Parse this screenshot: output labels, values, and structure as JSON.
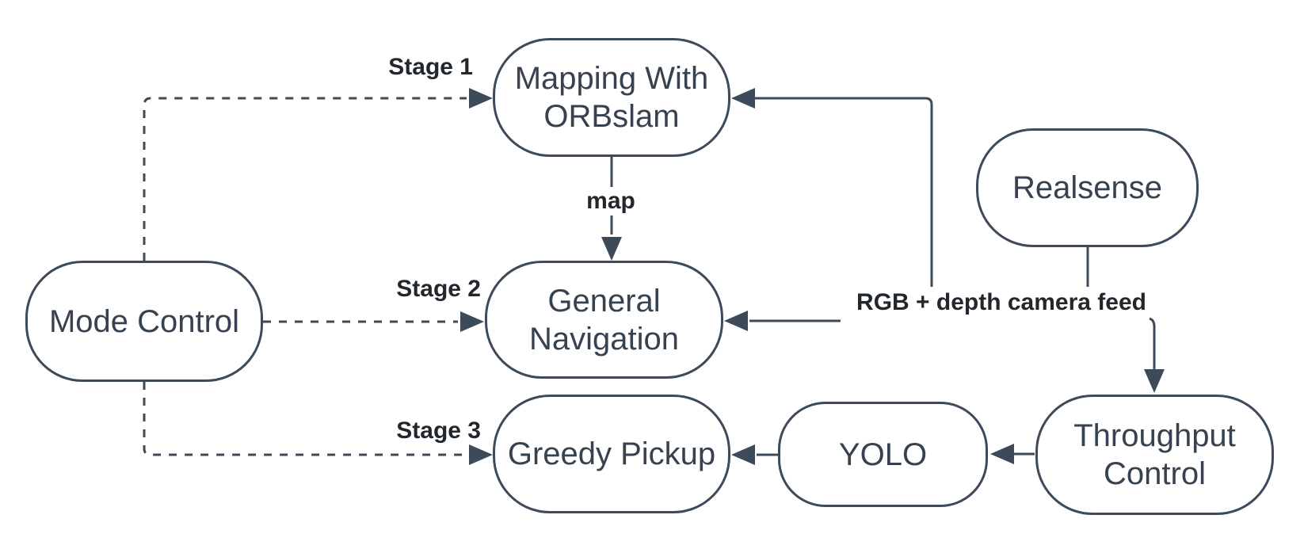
{
  "diagram": {
    "nodes": {
      "mapping": {
        "label": "Mapping With ORBslam"
      },
      "realsense": {
        "label": "Realsense"
      },
      "mode_control": {
        "label": "Mode Control"
      },
      "general_navigation": {
        "label": "General Navigation"
      },
      "greedy_pickup": {
        "label": "Greedy Pickup"
      },
      "yolo": {
        "label": "YOLO"
      },
      "throughput_control": {
        "label": "Throughput Control"
      }
    },
    "edge_labels": {
      "stage1": "Stage 1",
      "stage2": "Stage 2",
      "stage3": "Stage 3",
      "map": "map",
      "camera_feed": "RGB + depth camera feed"
    },
    "edges": [
      {
        "from": "mode_control",
        "to": "mapping",
        "style": "dashed",
        "label": "Stage 1"
      },
      {
        "from": "mode_control",
        "to": "general_navigation",
        "style": "dashed",
        "label": "Stage 2"
      },
      {
        "from": "mode_control",
        "to": "greedy_pickup",
        "style": "dashed",
        "label": "Stage 3"
      },
      {
        "from": "mapping",
        "to": "general_navigation",
        "style": "solid",
        "label": "map"
      },
      {
        "from": "realsense",
        "to": "mapping",
        "style": "solid",
        "label": "RGB + depth camera feed"
      },
      {
        "from": "realsense",
        "to": "general_navigation",
        "style": "solid",
        "label": "RGB + depth camera feed"
      },
      {
        "from": "realsense",
        "to": "throughput_control",
        "style": "solid",
        "label": "RGB + depth camera feed"
      },
      {
        "from": "throughput_control",
        "to": "yolo",
        "style": "solid",
        "label": ""
      },
      {
        "from": "yolo",
        "to": "greedy_pickup",
        "style": "solid",
        "label": ""
      }
    ],
    "colors": {
      "stroke": "#3c4a5a",
      "node_text": "#36424f",
      "label_text": "#22272d",
      "background": "#ffffff"
    }
  }
}
